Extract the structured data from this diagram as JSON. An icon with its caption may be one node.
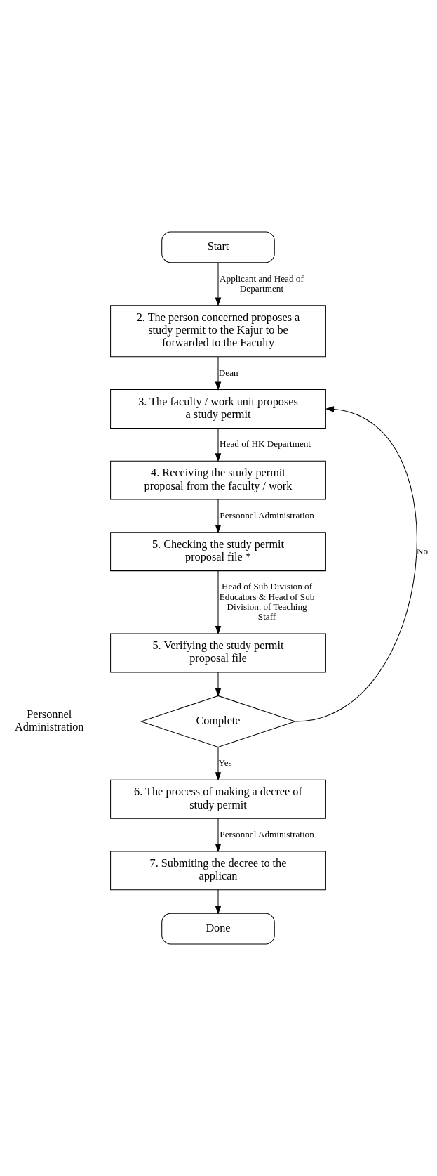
{
  "diagram": {
    "nodes": [
      {
        "text": [
          "Start"
        ]
      },
      {
        "text": [
          "2. The person concerned proposes a study permit to the Kajur to be forwarded to the Faculty"
        ]
      },
      {
        "text": [
          "3. The faculty / work unit proposes a study permit"
        ]
      },
      {
        "text": [
          "4. Receiving the study permit proposal from the faculty / work"
        ]
      },
      {
        "text": [
          "5. Checking the study permit proposal file *"
        ]
      },
      {
        "text": [
          "5. Verifying the study permit proposal file"
        ]
      },
      {
        "text": [
          "Complete"
        ]
      },
      {
        "text": [
          "6. The process of making a decree of study permit"
        ]
      },
      {
        "text": [
          "7. Submiting the decree to the applican"
        ]
      },
      {
        "text": [
          "Done"
        ]
      }
    ],
    "edges": [
      {
        "from": 0,
        "to": 1,
        "arrow": "to",
        "label": "Applicant and Head of Department"
      },
      {
        "from": 1,
        "to": 2,
        "arrow": "to",
        "label": "Dean"
      },
      {
        "from": 2,
        "to": 3,
        "arrow": "to",
        "label": "Head of HK Department"
      },
      {
        "from": 3,
        "to": 4,
        "arrow": "to",
        "label": "Personnel Administration"
      },
      {
        "from": 4,
        "to": 5,
        "arrow": "to",
        "label": "Head of Sub Division of Educators & Head of Sub Division. of Teaching Staff"
      },
      {
        "from": 5,
        "to": 6,
        "arrow": "to"
      },
      {
        "from": 6,
        "to": 2,
        "arrow": "to",
        "label": "No"
      },
      {
        "from": 6,
        "to": 7,
        "arrow": "to",
        "label": "Yes"
      },
      {
        "from": 7,
        "to": 8,
        "arrow": "to",
        "label": "Personnel Administration"
      },
      {
        "from": 8,
        "to": 9,
        "arrow": "to"
      }
    ],
    "labels": [
      "Personnel Administration"
    ]
  }
}
